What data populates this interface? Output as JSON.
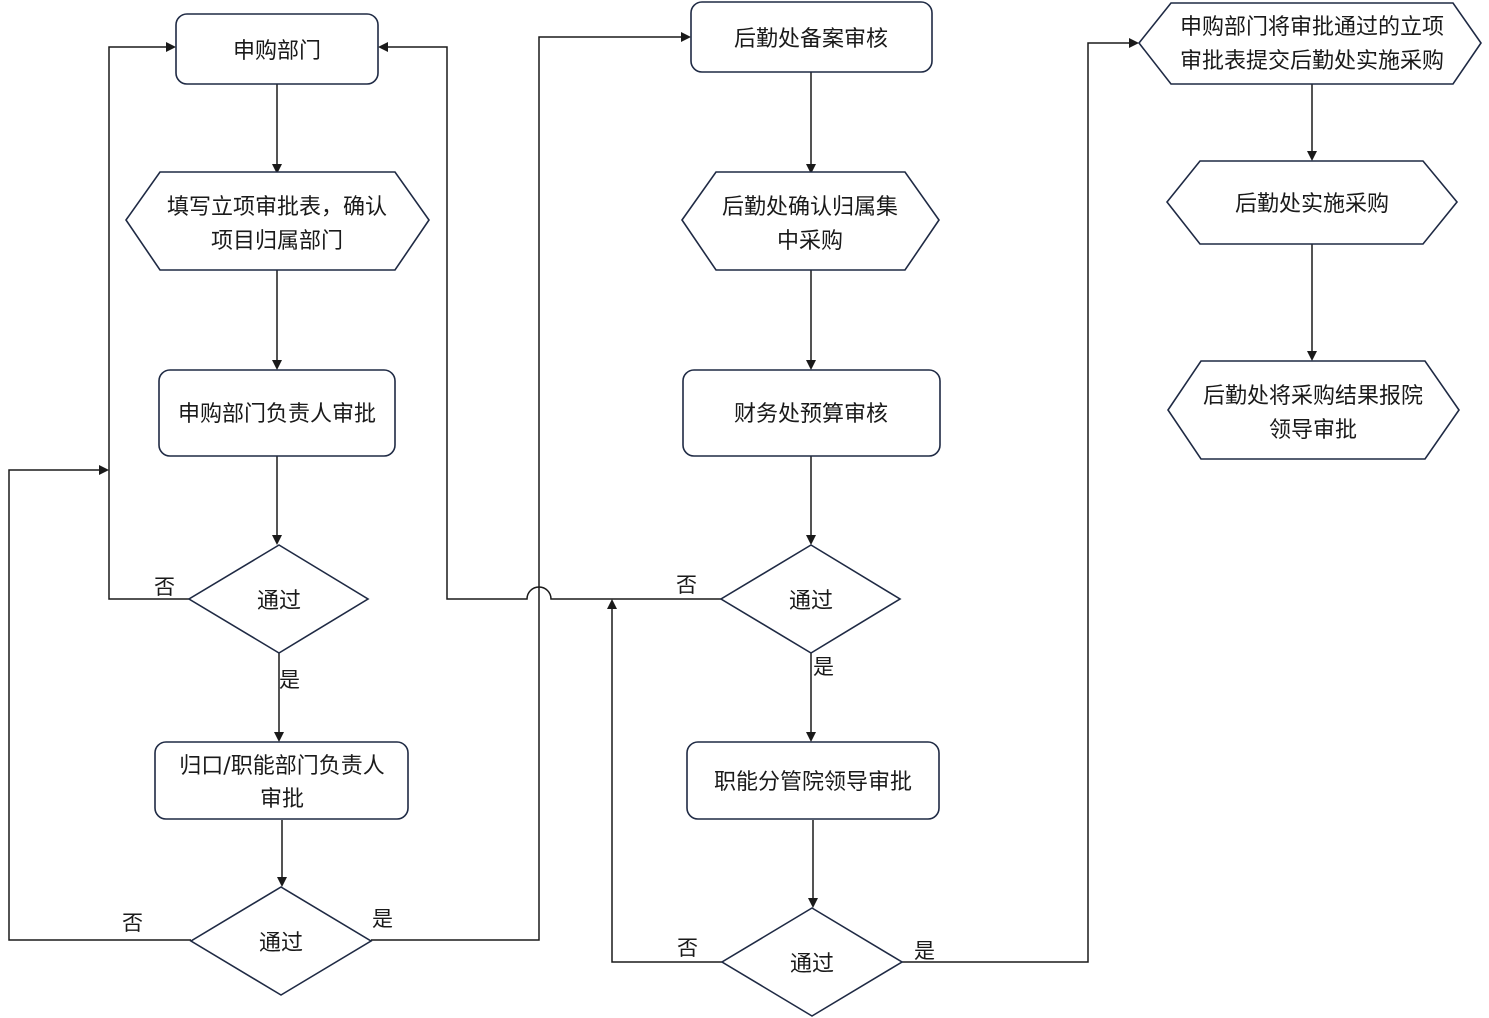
{
  "nodes": {
    "n1": {
      "shape": "rounded-rect",
      "lines": [
        "申购部门"
      ]
    },
    "n2": {
      "shape": "hexagon",
      "lines": [
        "填写立项审批表，确认",
        "项目归属部门"
      ]
    },
    "n3": {
      "shape": "rounded-rect",
      "lines": [
        "申购部门负责人审批"
      ]
    },
    "n4": {
      "shape": "diamond",
      "lines": [
        "通过"
      ]
    },
    "n5": {
      "shape": "rounded-rect",
      "lines": [
        "归口/职能部门负责人",
        "审批"
      ]
    },
    "n6": {
      "shape": "diamond",
      "lines": [
        "通过"
      ]
    },
    "n7": {
      "shape": "rounded-rect",
      "lines": [
        "后勤处备案审核"
      ]
    },
    "n8": {
      "shape": "hexagon",
      "lines": [
        "后勤处确认归属集",
        "中采购"
      ]
    },
    "n9": {
      "shape": "rounded-rect",
      "lines": [
        "财务处预算审核"
      ]
    },
    "n10": {
      "shape": "diamond",
      "lines": [
        "通过"
      ]
    },
    "n11": {
      "shape": "rounded-rect",
      "lines": [
        "职能分管院领导审批"
      ]
    },
    "n12": {
      "shape": "diamond",
      "lines": [
        "通过"
      ]
    },
    "n13": {
      "shape": "hexagon",
      "lines": [
        "申购部门将审批通过的立项",
        "审批表提交后勤处实施采购"
      ]
    },
    "n14": {
      "shape": "hexagon",
      "lines": [
        "后勤处实施采购"
      ]
    },
    "n15": {
      "shape": "hexagon",
      "lines": [
        "后勤处将采购结果报院",
        "领导审批"
      ]
    }
  },
  "edge_labels": {
    "l1": "否",
    "l2": "是",
    "l3": "否",
    "l4": "是",
    "l5": "否",
    "l6": "是",
    "l7": "否",
    "l8": "是"
  }
}
